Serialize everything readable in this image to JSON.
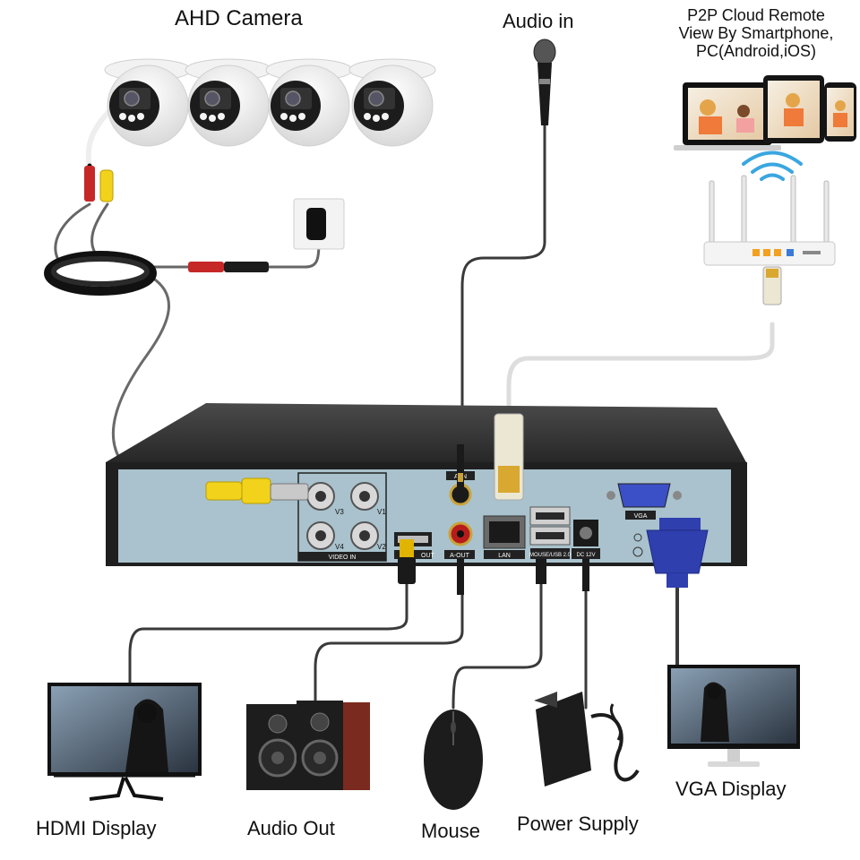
{
  "labels": {
    "cameras": "AHD Camera",
    "audio_in": "Audio in",
    "cloud_line1": "P2P Cloud Remote",
    "cloud_line2": "View By Smartphone,",
    "cloud_line3": "PC(Android,iOS)",
    "hdmi_display": "HDMI Display",
    "audio_out": "Audio Out",
    "mouse": "Mouse",
    "power_supply": "Power Supply",
    "vga_display": "VGA Display"
  },
  "dvr_ports": {
    "v1": "V1",
    "v2": "V2",
    "v3": "V3",
    "v4": "V4",
    "video_in": "VIDEO IN",
    "hdmi_out": "OUT",
    "audio_in_port": "A-IN",
    "audio_out_port": "A-OUT",
    "lan": "LAN",
    "usb": "MOUSE/USB 2.0",
    "dc": "DC 12V",
    "vga": "VGA"
  },
  "colors": {
    "dvr_panel": "#a9c2cd",
    "dvr_body": "#2a2a2a",
    "bnc_yellow": "#f2d21b",
    "vga_blue": "#2f3fae",
    "speaker_wood": "#7a2a1f",
    "wifi": "#3aa6e0"
  }
}
